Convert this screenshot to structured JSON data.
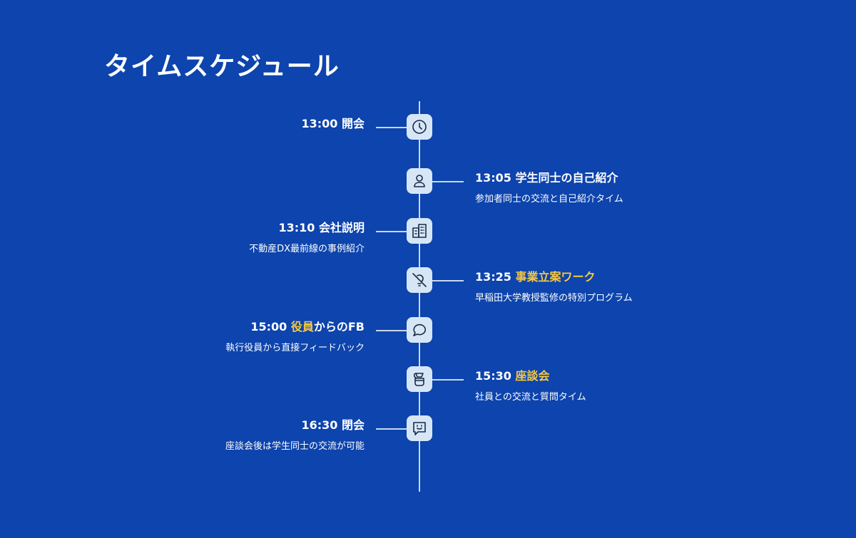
{
  "heading": "タイムスケジュール",
  "items": [
    {
      "side": "left",
      "icon": "clock-icon",
      "time": "13:00",
      "pre": "",
      "hl": "",
      "post": "開会",
      "sub": ""
    },
    {
      "side": "right",
      "icon": "user-icon",
      "time": "13:05",
      "pre": "学生同士の自己紹介",
      "hl": "",
      "post": "",
      "sub": "参加者同士の交流と自己紹介タイム"
    },
    {
      "side": "left",
      "icon": "building-icon",
      "time": "13:10",
      "pre": "会社説明",
      "hl": "",
      "post": "",
      "sub": "不動産DX最前線の事例紹介"
    },
    {
      "side": "right",
      "icon": "bulb-off-icon",
      "time": "13:25",
      "pre": "",
      "hl": "事業立案ワーク",
      "post": "",
      "sub": "早稲田大学教授監修の特別プログラム"
    },
    {
      "side": "left",
      "icon": "chat-bubble-icon",
      "time": "15:00",
      "pre": "",
      "hl": "役員",
      "post": "からのFB",
      "sub": "執行役員から直接フィードバック"
    },
    {
      "side": "right",
      "icon": "coffee-pot-icon",
      "time": "15:30",
      "pre": "",
      "hl": "座談会",
      "post": "",
      "sub": "社員との交流と質問タイム"
    },
    {
      "side": "left",
      "icon": "smile-message-icon",
      "time": "16:30",
      "pre": "閉会",
      "hl": "",
      "post": "",
      "sub": "座談会後は学生同士の交流が可能"
    }
  ]
}
